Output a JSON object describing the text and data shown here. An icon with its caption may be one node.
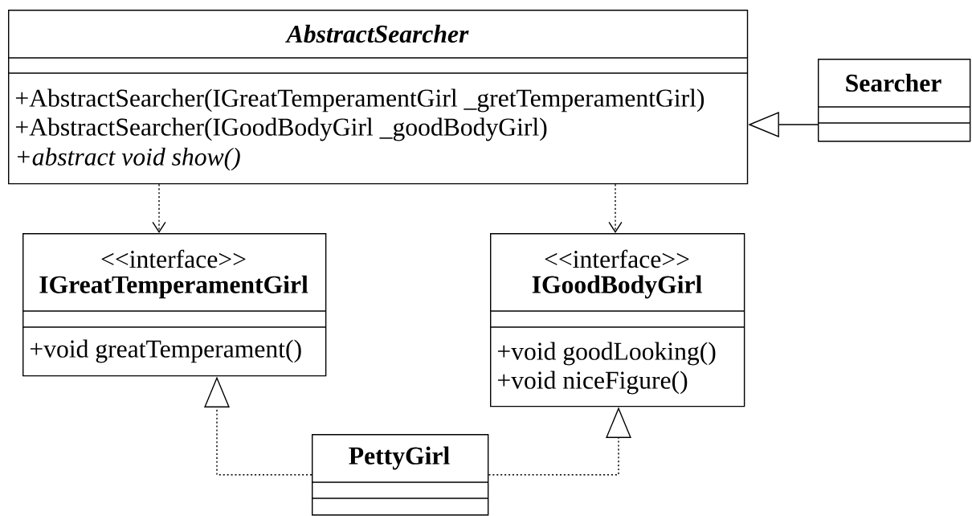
{
  "diagram": {
    "nodes": [
      {
        "text": [
          "AbstractSearcher",
          "+AbstractSearcher(IGreatTemperamentGirl _gretTemperamentGirl)",
          "+AbstractSearcher(IGoodBodyGirl _goodBodyGirl)",
          "+abstract void show()"
        ]
      },
      {
        "text": [
          "Searcher"
        ]
      },
      {
        "text": [
          "<<interface>>",
          "IGreatTemperamentGirl",
          "+void greatTemperament()"
        ]
      },
      {
        "text": [
          "<<interface>>",
          "IGoodBodyGirl",
          "+void goodLooking()",
          "+void niceFigure()"
        ]
      },
      {
        "text": [
          "PettyGirl"
        ]
      }
    ],
    "edges": [
      {
        "from": 1,
        "to": 0,
        "arrow": "to"
      },
      {
        "from": 0,
        "to": 2,
        "arrow": "to",
        "style": "dashed"
      },
      {
        "from": 0,
        "to": 3,
        "arrow": "to",
        "style": "dashed"
      },
      {
        "from": 4,
        "to": 2,
        "arrow": "to",
        "style": "dashed"
      },
      {
        "from": 4,
        "to": 3,
        "arrow": "to",
        "style": "dashed"
      }
    ]
  }
}
